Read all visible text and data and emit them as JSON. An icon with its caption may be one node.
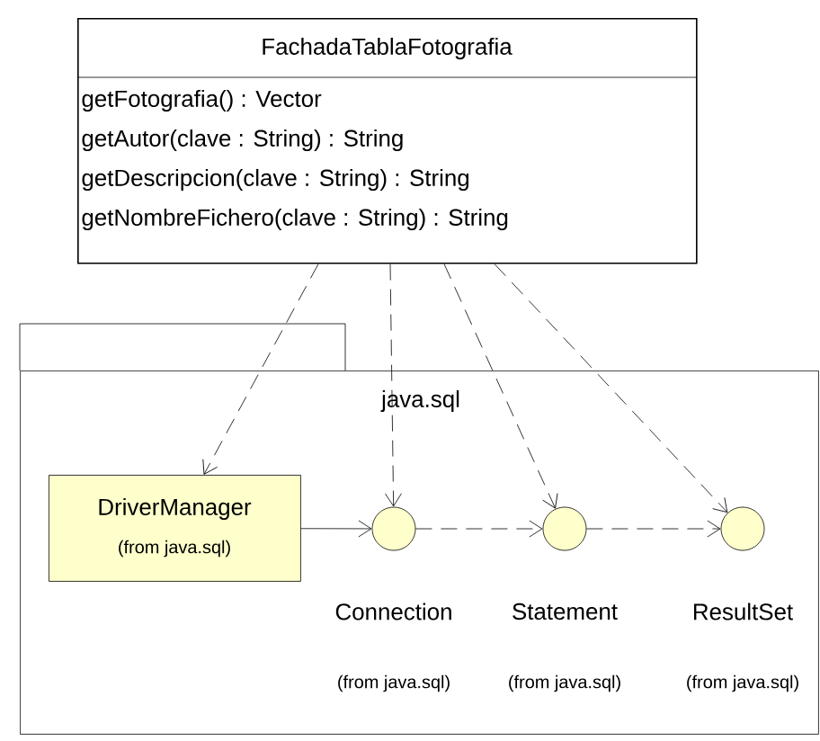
{
  "diagram": {
    "nodes": [
      {
        "text": [
          "FachadaTablaFotografia",
          "getFotografia() : Vector",
          "getAutor(clave : String) : String",
          "getDescripcion(clave : String) : String",
          "getNombreFichero(clave : String) : String"
        ]
      },
      {
        "text": [
          "java.sql"
        ]
      },
      {
        "text": [
          "DriverManager",
          "(from java.sql)"
        ],
        "in": 1
      },
      {
        "text": [],
        "shape": "circle",
        "beside": [
          "Connection",
          "(from java.sql)"
        ],
        "in": 1
      },
      {
        "text": [],
        "shape": "circle",
        "beside": [
          "Statement",
          "(from java.sql)"
        ],
        "in": 1
      },
      {
        "text": [],
        "shape": "circle",
        "beside": [
          "ResultSet",
          "(from java.sql)"
        ],
        "in": 1
      }
    ],
    "edges": [
      {
        "from": 0,
        "to": 2,
        "arrow": "to",
        "style": "dashed"
      },
      {
        "from": 0,
        "to": 3,
        "arrow": "to",
        "style": "dashed"
      },
      {
        "from": 0,
        "to": 4,
        "arrow": "to",
        "style": "dashed"
      },
      {
        "from": 0,
        "to": 5,
        "arrow": "to",
        "style": "dashed"
      },
      {
        "from": 2,
        "to": 3,
        "arrow": "to"
      },
      {
        "from": 3,
        "to": 4,
        "arrow": "to",
        "style": "dashed"
      },
      {
        "from": 4,
        "to": 5,
        "arrow": "to",
        "style": "dashed"
      }
    ]
  }
}
